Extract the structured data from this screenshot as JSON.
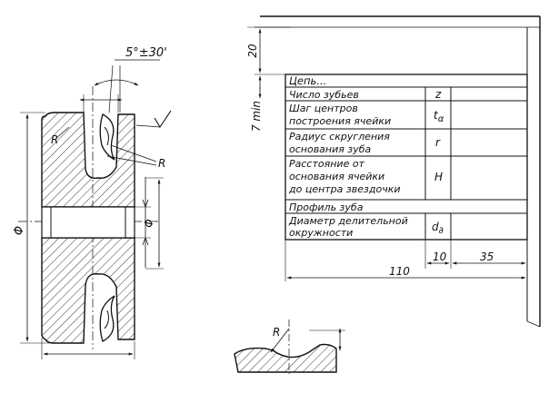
{
  "drawing": {
    "angle_tolerance": "5°±30'",
    "radius_mark": "R",
    "diameter_mark": "Φ",
    "surface_mark": "√"
  },
  "dimensions": {
    "top_gap": "20",
    "row_min": "7 min",
    "col_narrow": "10",
    "col_wide": "35",
    "total_width": "110"
  },
  "table": {
    "header": "Цепь...",
    "rows": [
      {
        "label_lines": [
          "Число зубьев"
        ],
        "symbol": "z"
      },
      {
        "label_lines": [
          "Шаг центров",
          "построения ячейки"
        ],
        "symbol": "t",
        "symbol_sub": "α"
      },
      {
        "label_lines": [
          "Радиус скругления",
          "основания зуба"
        ],
        "symbol": "r"
      },
      {
        "label_lines": [
          "Расстояние от",
          "основания ячейки",
          "до центра звездочки"
        ],
        "symbol": "H"
      },
      {
        "label_lines": [
          "Профиль зуба"
        ],
        "symbol": ""
      },
      {
        "label_lines": [
          "Диаметр делительной",
          "окружности"
        ],
        "symbol": "d",
        "symbol_sub": "∂"
      }
    ]
  }
}
